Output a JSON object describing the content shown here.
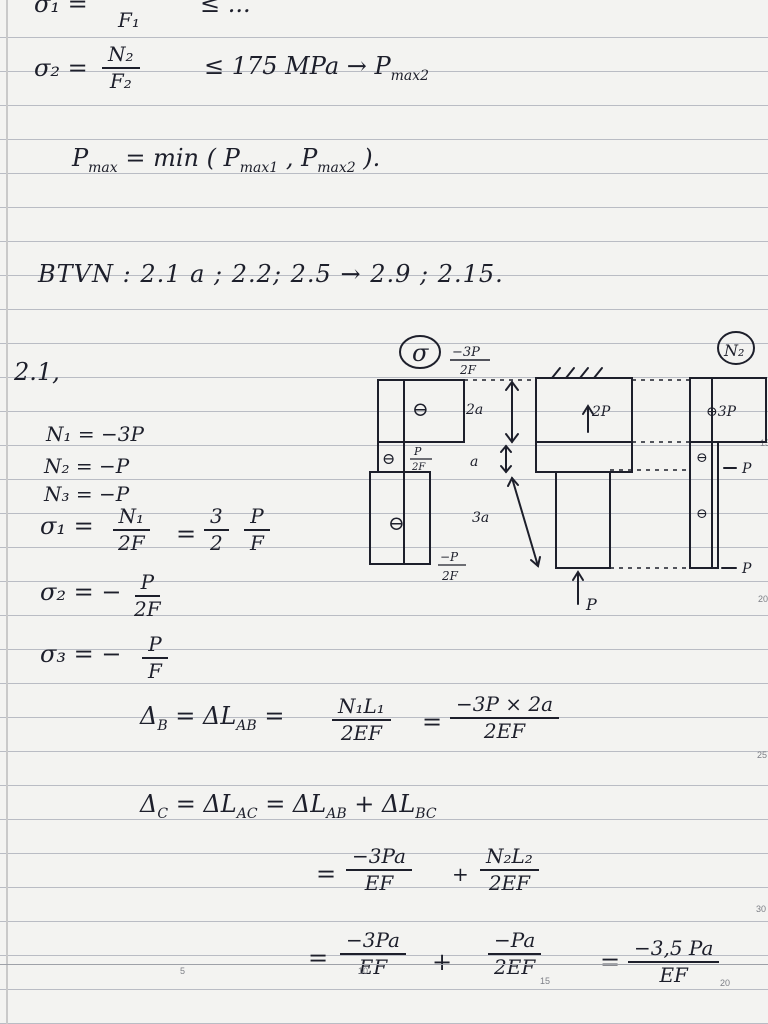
{
  "page": {
    "top_eq": {
      "lhs": "σ₁ =",
      "frac_den": "F₁",
      "rest": "≤ ..."
    },
    "sigma2_eq": {
      "lhs": "σ₂ =",
      "num": "N₂",
      "den": "F₂",
      "rest": "≤ 175 MPa → P",
      "rest_sub": "max2"
    },
    "pmax_eq": {
      "lhs": "P",
      "lhs_sub": "max",
      "rhs": "= min ( P",
      "s1": "max1",
      "mid": ", P",
      "s2": "max2",
      "end": ")."
    },
    "btvn": "BTVN : 2.1 a ; 2.2; 2.5 → 2.9 ; 2.15.",
    "problem_label": "2.1,",
    "forces": [
      "N₁ = −3P",
      "N₂ = −P",
      "N₃ = −P"
    ],
    "sigma1": {
      "lhs": "σ₁ =",
      "num1": "N₁",
      "den1": "2F",
      "eq": "=",
      "num2": "3",
      "den2": "2",
      "num3": "P",
      "den3": "F"
    },
    "sigma2": {
      "lhs": "σ₂ = −",
      "num": "P",
      "den": "2F"
    },
    "sigma3": {
      "lhs": "σ₃ = −",
      "num": "P",
      "den": "F"
    },
    "delta_b": {
      "lhs": "Δ",
      "lhs_sub": "B",
      "mid": "= ΔL",
      "mid_sub": "AB",
      "eq": "=",
      "num1": "N₁L₁",
      "den1": "2EF",
      "eq2": "=",
      "num2": "−3P × 2a",
      "den2": "2EF"
    },
    "delta_c": {
      "lhs": "Δ",
      "lhs_sub": "C",
      "mid": "= ΔL",
      "mid_sub": "AC",
      "rhs": "= ΔL",
      "rhs_sub": "AB",
      "plus": "+ ΔL",
      "plus_sub": "BC"
    },
    "delta_c2": {
      "eq": "=",
      "num1": "−3Pa",
      "den1": "EF",
      "plus": "+",
      "num2": "N₂L₂",
      "den2": "2EF"
    },
    "delta_c3": {
      "eq": "=",
      "num1": "−3Pa",
      "den1": "EF",
      "plus": "+",
      "num2": "−Pa",
      "den2": "2EF",
      "eq2": "=",
      "num3": "−3,5 Pa",
      "den3": "EF"
    },
    "diagram": {
      "sigma_label": "σ",
      "n_label": "N₂",
      "top_sigma_num": "−3P",
      "top_sigma_den": "2F",
      "mid_sigma_num": "P",
      "mid_sigma_den": "2F",
      "bot_sigma_num": "−P",
      "bot_sigma_den": "2F",
      "minus_sign": "⊖",
      "len_top": "2a",
      "len_mid": "a",
      "len_bot": "3a",
      "bar_force_top": "2P",
      "bar_force_bottom": "P",
      "n_top": "⊖3P",
      "n_mid_right": "P",
      "n_bot_right": "P"
    },
    "ruler_numbers": [
      "5",
      "10",
      "15",
      "20",
      "15",
      "20",
      "25",
      "30"
    ]
  }
}
